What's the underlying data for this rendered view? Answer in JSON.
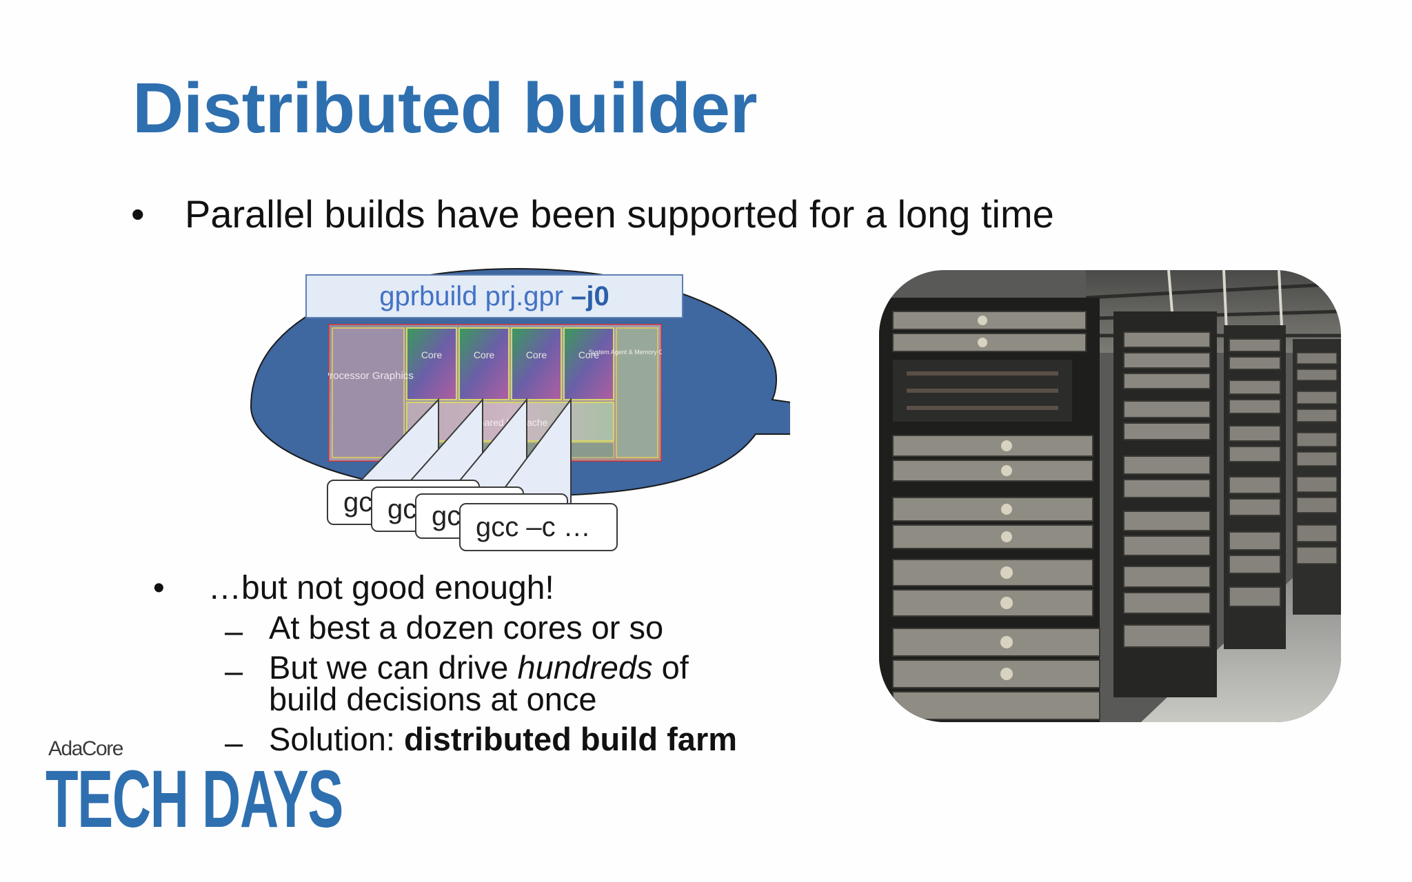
{
  "slide": {
    "title": "Distributed builder",
    "bullet_marker": "•",
    "dash_marker": "–",
    "bullet1": "Parallel builds have been supported for a long time",
    "diagram": {
      "command_plain": "gprbuild prj.gpr ",
      "command_bold": "–j0",
      "chip_labels": {
        "processor_graphics": "Processor Graphics",
        "core": "Core",
        "shared_cache": "Shared L3 Cache",
        "system_agent": "System Agent & Memory Controller"
      },
      "gcc_partial": "gc",
      "gcc_full": "gcc –c …"
    },
    "bullet2": "…but not good enough!",
    "sub1": "At best a dozen cores or so",
    "sub2_before": "But we can drive ",
    "sub2_italic": "hundreds",
    "sub2_after": " of",
    "sub2_line2": "build decisions at once",
    "sub3_plain": "Solution: ",
    "sub3_bold": "distributed build farm"
  },
  "branding": {
    "company": "AdaCore",
    "event": "TECH DAYS"
  },
  "colors": {
    "title_blue": "#2e6faf",
    "ellipse_blue": "#3f67a0",
    "command_fill": "#e3ebf7"
  }
}
